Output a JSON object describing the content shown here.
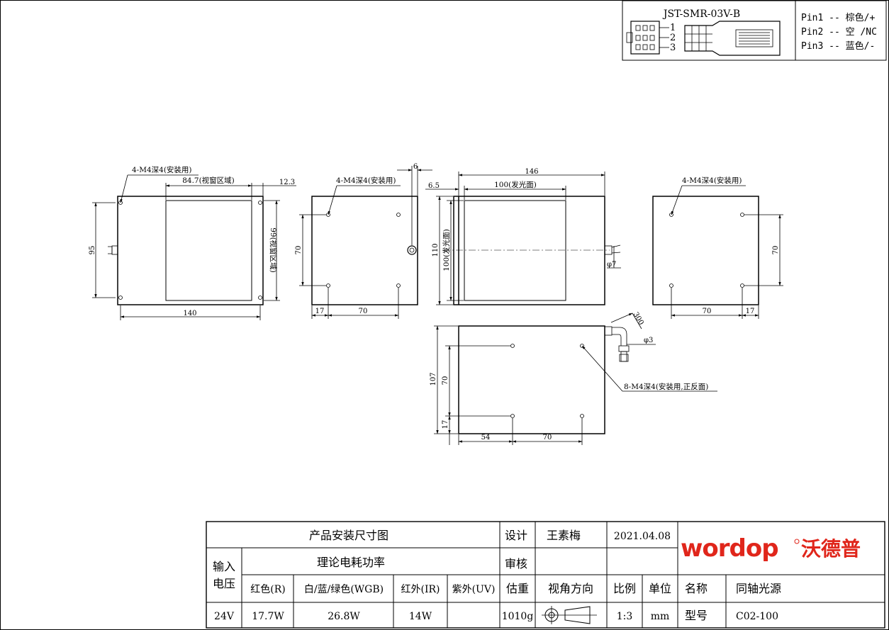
{
  "connector": {
    "model": "JST-SMR-03V-B",
    "pin_numbers": [
      "1",
      "2",
      "3"
    ],
    "pins": [
      "Pin1 -- 棕色/+",
      "Pin2 -- 空 /NC",
      "Pin3 -- 蓝色/-"
    ]
  },
  "views": {
    "front": {
      "mount_holes": "4-M4深4(安装用)",
      "view_width": "84.7(视窗区域)",
      "edge": "12.3",
      "height": "95",
      "view_height": "99(视窗区域)",
      "width": "140"
    },
    "back": {
      "mount_holes": "4-M4深4(安装用)",
      "offset": "6",
      "hole_vspacing": "70",
      "left_offset": "17",
      "hole_hspacing": "70"
    },
    "side": {
      "total_width": "146",
      "edge": "6.5",
      "emit_width": "100(发光面)",
      "height": "110",
      "emit_height": "100(发光面)",
      "cable_dia": "φ7"
    },
    "right": {
      "mount_holes": "4-M4深4(安装用)",
      "hole_vspacing": "70",
      "hole_hspacing": "70",
      "right_offset": "17"
    },
    "bottom": {
      "cable_len": "300",
      "cable_dia": "φ3",
      "mount_holes": "8-M4深4(安装用,正反面)",
      "height": "107",
      "hole_vspacing": "70",
      "bottom_offset": "17",
      "left_offset": "54",
      "hole_hspacing": "70"
    }
  },
  "title_block": {
    "title": "产品安装尺寸图",
    "design_label": "设计",
    "designer": "王素梅",
    "date": "2021.04.08",
    "brand": "wordop",
    "brand_cn": "沃德普",
    "voltage_label_1": "输入",
    "voltage_label_2": "电压",
    "power_header": "理论电耗功率",
    "review_label": "审核",
    "red": "红色(R)",
    "wgb": "白/蓝/绿色(WGB)",
    "ir": "红外(IR)",
    "uv": "紫外(UV)",
    "weight_label": "估重",
    "view_dir": "视角方向",
    "scale_label": "比例",
    "unit_label": "单位",
    "name_label": "名称",
    "name": "同轴光源",
    "voltage": "24V",
    "red_power": "17.7W",
    "wgb_power": "26.8W",
    "ir_power": "14W",
    "uv_power": "",
    "weight": "1010g",
    "scale": "1:3",
    "unit": "mm",
    "model_label": "型号",
    "model": "C02-100"
  }
}
